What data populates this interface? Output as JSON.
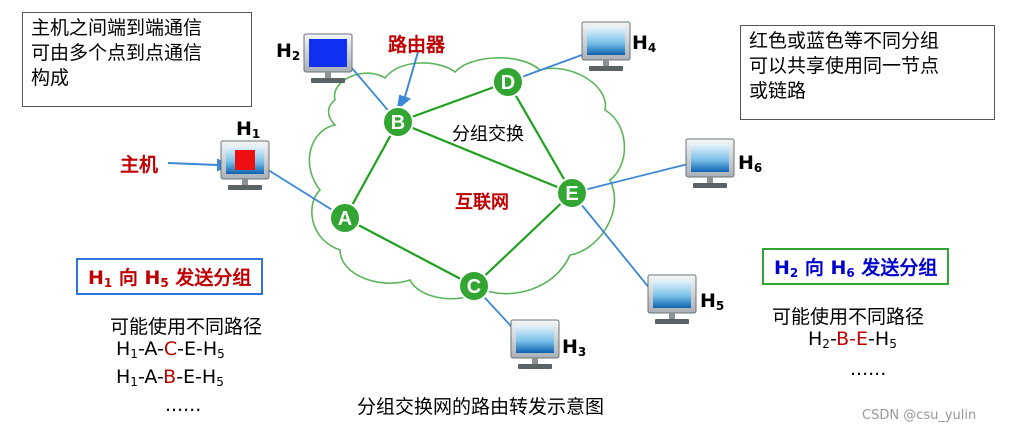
{
  "note_left": [
    "主机之间端到端通信",
    "可由多个点到点通信",
    "构成"
  ],
  "note_right": [
    "红色或蓝色等不同分组",
    "可以共享使用同一节点",
    "或链路"
  ],
  "label_router": "路由器",
  "label_host": "主机",
  "label_switching": "分组交换",
  "label_internet": "互联网",
  "nodes": [
    "A",
    "B",
    "C",
    "D",
    "E"
  ],
  "hosts": {
    "h1": {
      "name": "H",
      "sub": "1"
    },
    "h2": {
      "name": "H",
      "sub": "2"
    },
    "h3": {
      "name": "H",
      "sub": "3"
    },
    "h4": {
      "name": "H",
      "sub": "4"
    },
    "h5": {
      "name": "H",
      "sub": "5"
    },
    "h6": {
      "name": "H",
      "sub": "6"
    }
  },
  "left_panel": {
    "title": {
      "a": "H",
      "a_sub": "1",
      "mid": " 向 ",
      "b": "H",
      "b_sub": "5",
      "end": " 发送分组"
    },
    "subtitle": "可能使用不同路径",
    "path1": {
      "h": "H",
      "h_sub": "1",
      "pre": "-A-",
      "hi": "C",
      "post": "-E-",
      "t": "H",
      "t_sub": "5"
    },
    "path2": {
      "h": "H",
      "h_sub": "1",
      "pre": "-A-",
      "hi": "B",
      "post": "-E-",
      "t": "H",
      "t_sub": "5"
    },
    "more": "......"
  },
  "right_panel": {
    "title": {
      "a": "H",
      "a_sub": "2",
      "mid": " 向 ",
      "b": "H",
      "b_sub": "6",
      "end": " 发送分组"
    },
    "subtitle": "可能使用不同路径",
    "path1": {
      "h": "H",
      "h_sub": "2",
      "sep1": "-",
      "n1": "B",
      "sep2": "-",
      "n2": "E",
      "post": "-",
      "t": "H",
      "t_sub": "5"
    },
    "more": "......"
  },
  "caption": "分组交换网的路由转发示意图",
  "watermark": "CSDN @csu_yulin",
  "colors": {
    "node_green": "#33a532",
    "cloud": "#5ab55a",
    "link": "#1fa01f",
    "host_link": "#3b88d6",
    "red": "#c00000",
    "blue": "#0000cc",
    "left_border": "#2e75d6",
    "right_border": "#33a532"
  }
}
